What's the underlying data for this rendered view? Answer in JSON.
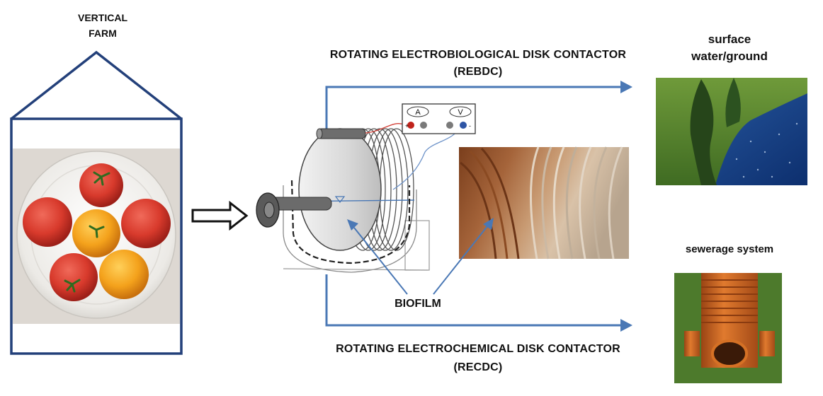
{
  "farm": {
    "title_line1": "VERTICAL",
    "title_line2": "FARM"
  },
  "rebdc": {
    "line1": "ROTATING ELECTROBIOLOGICAL DISK CONTACTOR",
    "line2": "(REBDC)"
  },
  "recdc": {
    "line1": "ROTATING ELECTROCHEMICAL DISK CONTACTOR",
    "line2": "(RECDC)"
  },
  "surface": {
    "line1": "surface",
    "line2": "water/ground"
  },
  "sewerage": {
    "label": "sewerage system"
  },
  "biofilm": {
    "label": "BIOFILM"
  },
  "meter": {
    "ammeter": "A",
    "voltmeter": "V",
    "plus": "+",
    "minus": "-"
  },
  "colors": {
    "arrow": "#4a78b5",
    "farm_frame": "#23407a",
    "tomato": "#d83a2c",
    "pipe": "#c8601f"
  }
}
